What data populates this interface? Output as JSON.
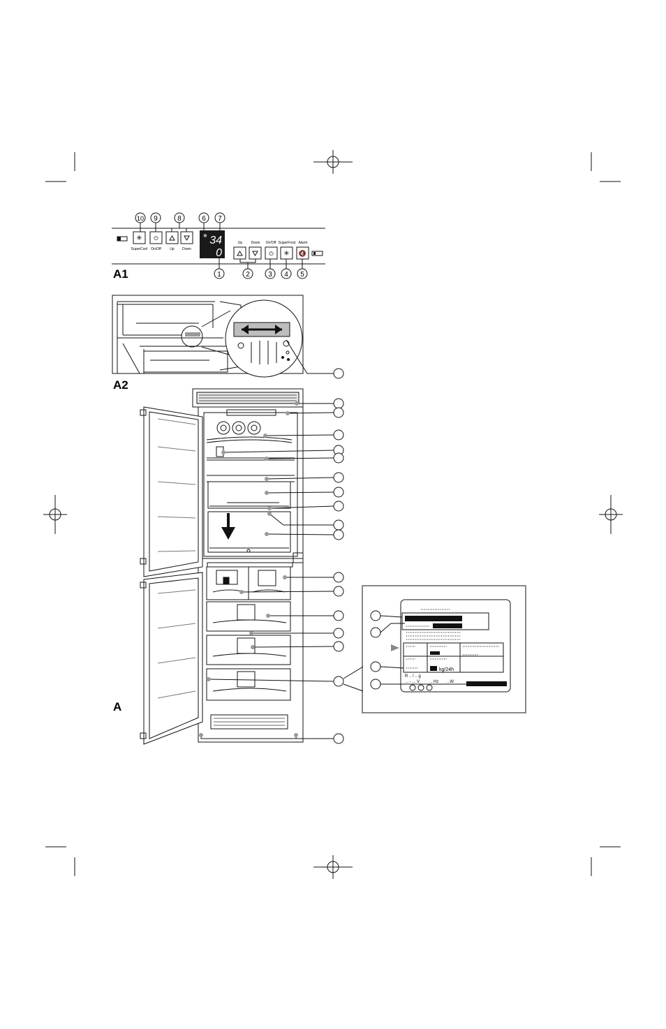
{
  "figure_labels": {
    "a1": "A1",
    "a2": "A2",
    "a": "A"
  },
  "control_panel": {
    "left_buttons": [
      {
        "number": "10",
        "label": "SuperCool",
        "icon": "snowflake-icon"
      },
      {
        "number": "9",
        "label": "On/Off",
        "icon": "power-icon"
      },
      {
        "number": "8",
        "up_label": "Up",
        "down_label": "Down"
      }
    ],
    "display": {
      "top_number": "6",
      "bottom_number": "7",
      "fridge_temp": "34",
      "freezer_temp": "0"
    },
    "right_buttons": {
      "up_label": "Up",
      "down_label": "Down",
      "onoff_label": "On/Off",
      "superfrost_label": "SuperFrost",
      "alarm_label": "Alarm"
    },
    "callouts_bottom": [
      "1",
      "2",
      "3",
      "4",
      "5"
    ]
  },
  "colors": {
    "ink": "#111111",
    "grey_dot": "#9a9a9a",
    "dark_panel": "#1a1a1a"
  },
  "rating_plate": {
    "unit": "kg/24h",
    "voltage_row": "... - ... V",
    "freq": ".. Hz",
    "power": "..W",
    "refrigerant": "R .. / .. g"
  }
}
